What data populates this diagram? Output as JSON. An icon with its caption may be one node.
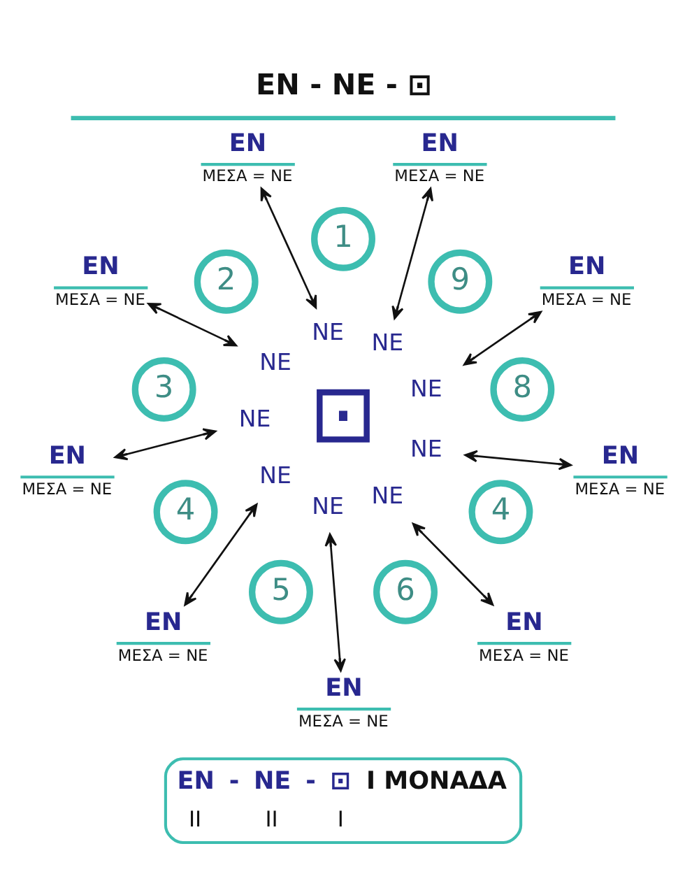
{
  "diagram": {
    "title": "ΕΝ - ΝΕ - ⊡",
    "nodes": [
      {
        "text": [
          "ΕΝ",
          "ΜΕΣΑ = ΝΕ"
        ]
      },
      {
        "text": [
          "ΕΝ",
          "ΜΕΣΑ = ΝΕ"
        ]
      },
      {
        "text": [
          "ΕΝ",
          "ΜΕΣΑ = ΝΕ"
        ]
      },
      {
        "text": [
          "ΕΝ",
          "ΜΕΣΑ = ΝΕ"
        ]
      },
      {
        "text": [
          "ΕΝ",
          "ΜΕΣΑ = ΝΕ"
        ]
      },
      {
        "text": [
          "ΕΝ",
          "ΜΕΣΑ = ΝΕ"
        ]
      },
      {
        "text": [
          "ΕΝ",
          "ΜΕΣΑ = ΝΕ"
        ]
      },
      {
        "text": [
          "ΕΝ",
          "ΜΕΣΑ = ΝΕ"
        ]
      },
      {
        "text": [
          "ΕΝ",
          "ΜΕΣΑ = ΝΕ"
        ]
      },
      {
        "text": [
          "1"
        ]
      },
      {
        "text": [
          "2"
        ]
      },
      {
        "text": [
          "3"
        ]
      },
      {
        "text": [
          "4"
        ]
      },
      {
        "text": [
          "5"
        ]
      },
      {
        "text": [
          "6"
        ]
      },
      {
        "text": [
          "4"
        ]
      },
      {
        "text": [
          "8"
        ]
      },
      {
        "text": [
          "9"
        ]
      },
      {
        "text": [
          "ΝΕ"
        ]
      },
      {
        "text": [
          "ΝΕ"
        ]
      },
      {
        "text": [
          "ΝΕ"
        ]
      },
      {
        "text": [
          "ΝΕ"
        ]
      },
      {
        "text": [
          "ΝΕ"
        ]
      },
      {
        "text": [
          "ΝΕ"
        ]
      },
      {
        "text": [
          "ΝΕ"
        ]
      },
      {
        "text": [
          "ΝΕ"
        ]
      },
      {
        "text": [
          "ΝΕ"
        ]
      },
      {
        "text": [
          "⊡"
        ]
      },
      {
        "text": [
          "ΕΝ",
          "-",
          "ΝΕ",
          "-",
          "⊡",
          "I ΜΟΝΑΔΑ",
          "II",
          "II",
          "I"
        ]
      }
    ],
    "edges": [
      {
        "from": 0,
        "to": 18,
        "arrow": "both"
      },
      {
        "from": 1,
        "to": 19,
        "arrow": "both"
      },
      {
        "from": 2,
        "to": 20,
        "arrow": "both"
      },
      {
        "from": 3,
        "to": 21,
        "arrow": "both"
      },
      {
        "from": 4,
        "to": 22,
        "arrow": "both"
      },
      {
        "from": 5,
        "to": 23,
        "arrow": "both"
      },
      {
        "from": 6,
        "to": 24,
        "arrow": "both"
      },
      {
        "from": 7,
        "to": 25,
        "arrow": "both"
      },
      {
        "from": 8,
        "to": 26,
        "arrow": "both"
      }
    ]
  }
}
